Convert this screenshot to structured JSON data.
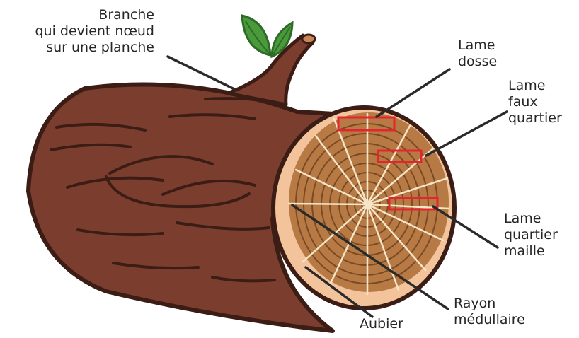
{
  "labels": {
    "branch": [
      "Branche",
      "qui devient nœud",
      "sur une planche"
    ],
    "dosse": [
      "Lame",
      "dosse"
    ],
    "faux_quartier": [
      "Lame",
      "faux",
      "quartier"
    ],
    "quartier_maille": [
      "Lame",
      "quartier",
      "maille"
    ],
    "rayon": [
      "Rayon",
      "médullaire"
    ],
    "aubier": [
      "Aubier"
    ]
  },
  "colors": {
    "bark": "#7b3e2e",
    "bark_outline": "#3c1d15",
    "bark_streak": "#3c1d15",
    "heartwood": "#b87a45",
    "ring_line": "#7a4a24",
    "sapwood": "#f3c49c",
    "ray": "#f6e6c8",
    "highlight_box": "#e3262e",
    "leaf": "#4a9a3b",
    "leaf_dark": "#2d6b27",
    "leader_line": "#2a2a2a"
  }
}
